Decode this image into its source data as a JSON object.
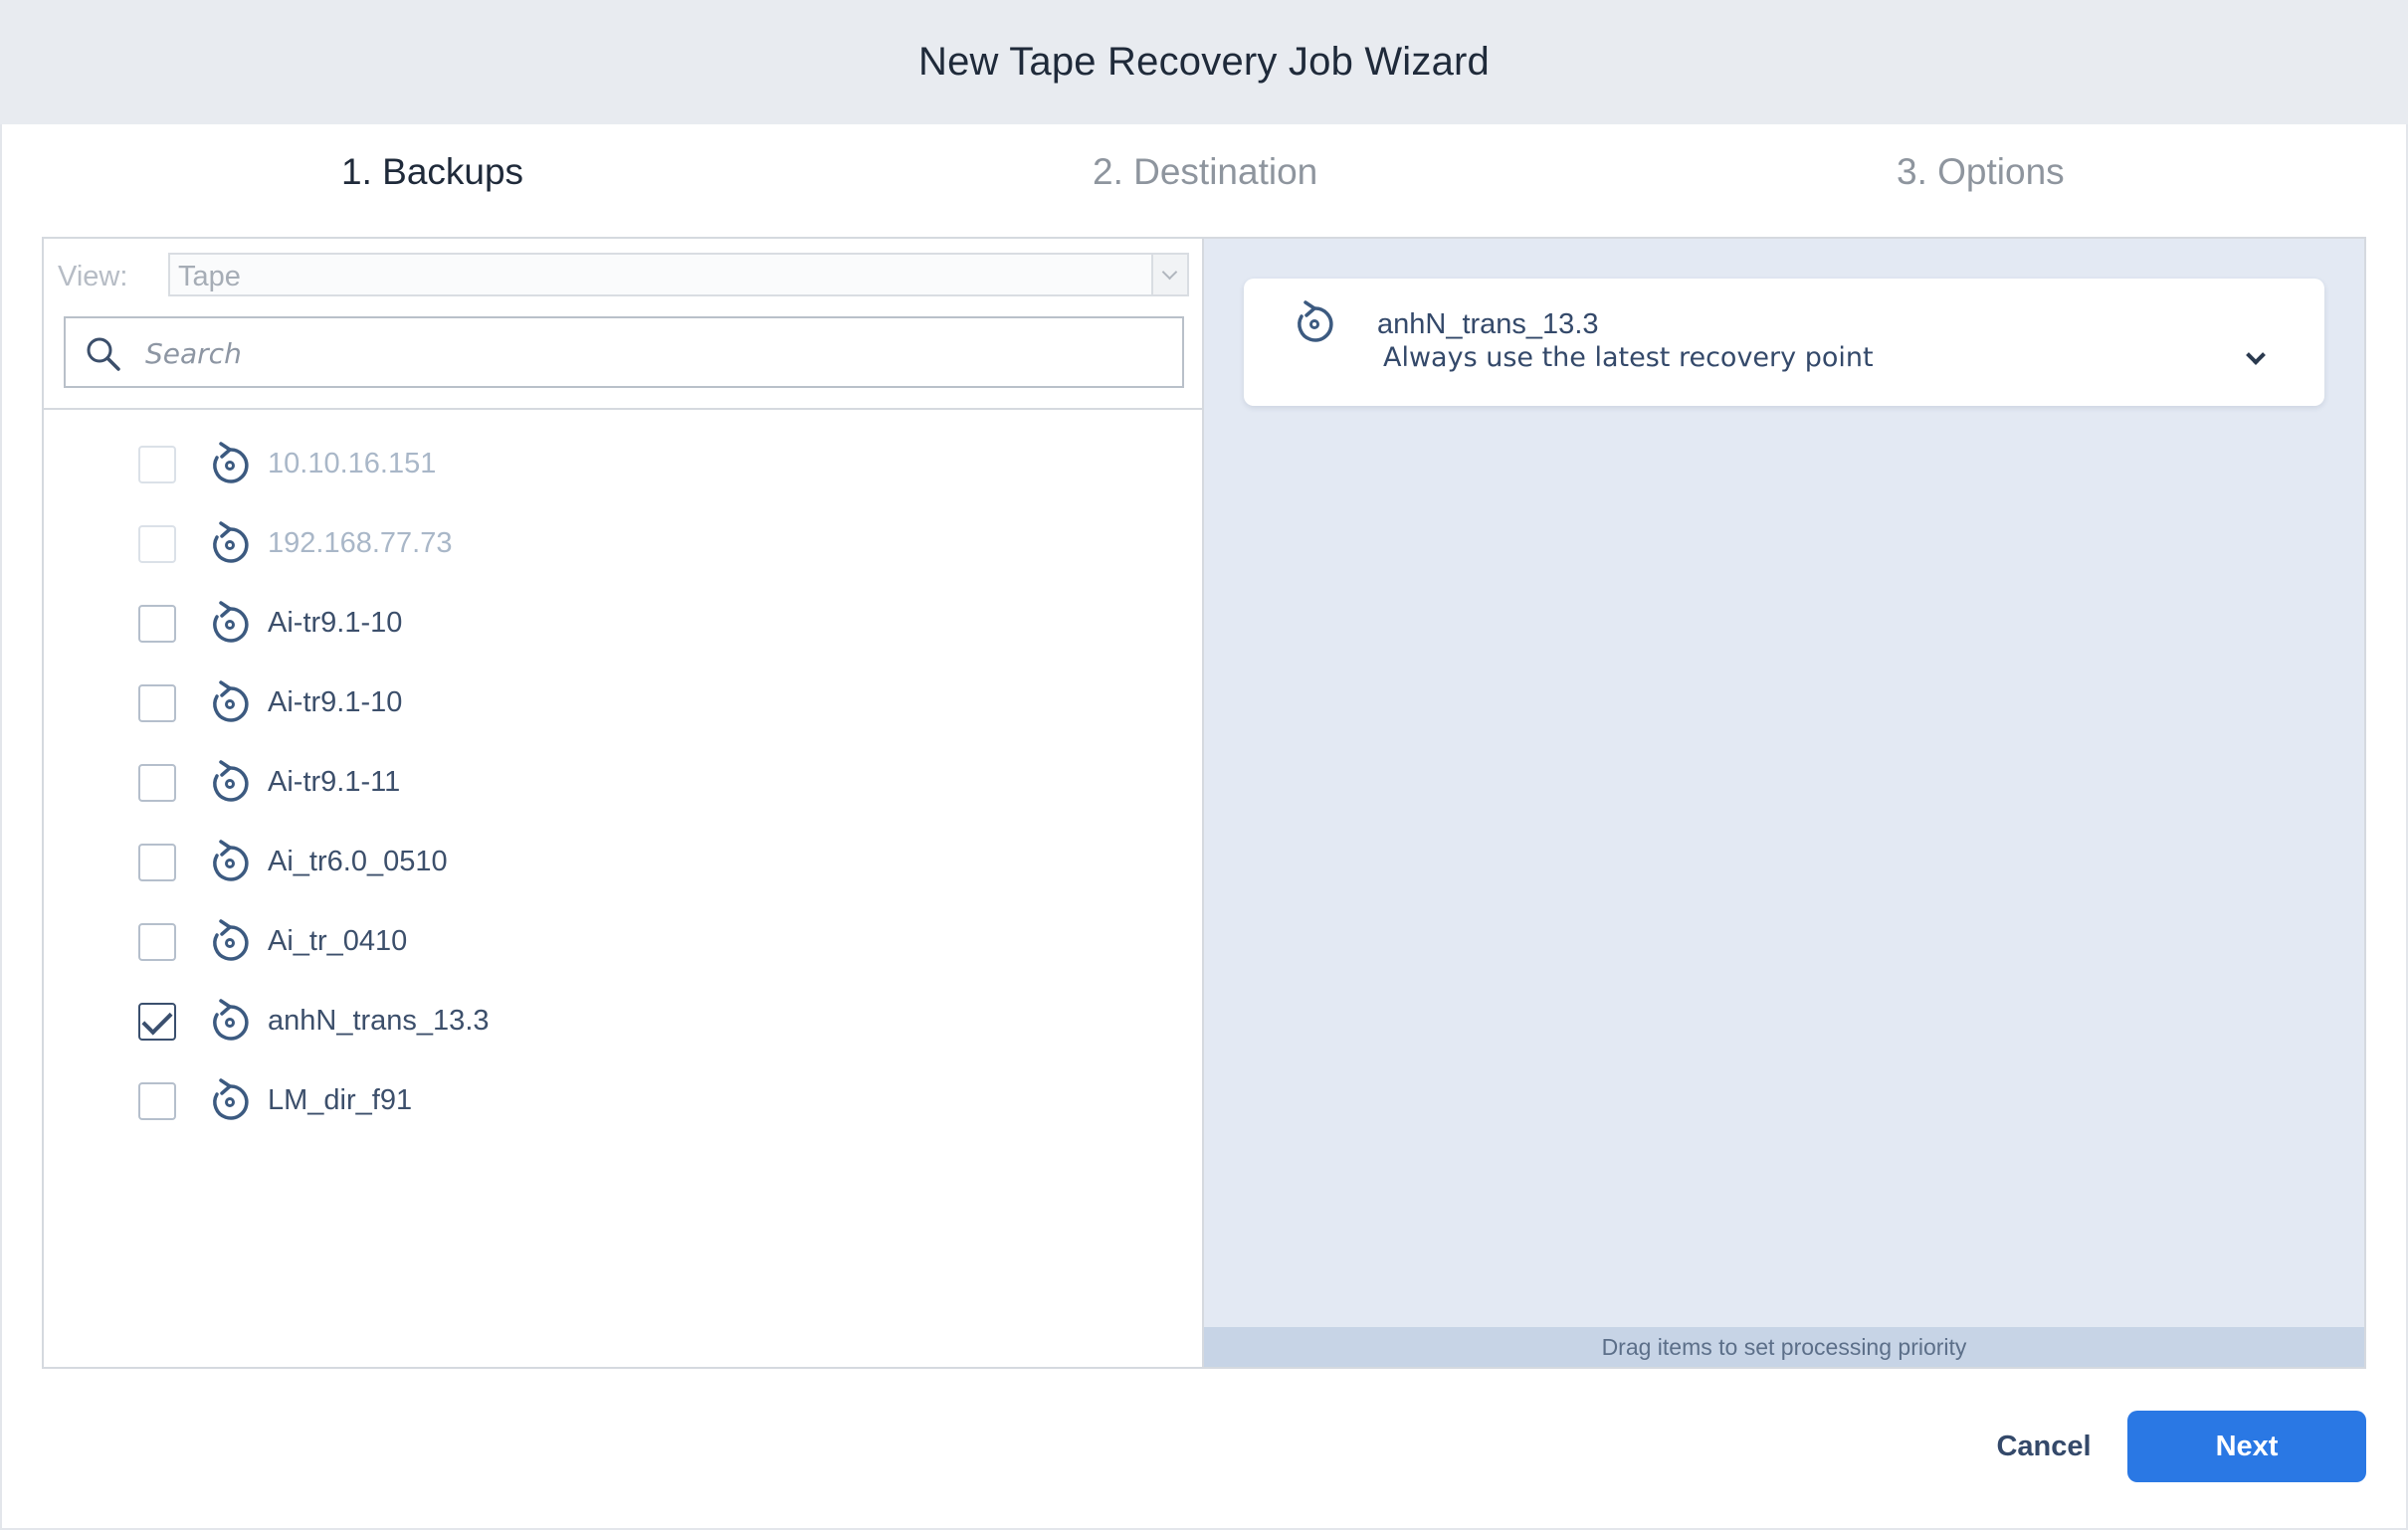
{
  "window": {
    "title": "New Tape Recovery Job Wizard"
  },
  "steps": [
    {
      "label": "1. Backups",
      "active": true
    },
    {
      "label": "2. Destination",
      "active": false
    },
    {
      "label": "3. Options",
      "active": false
    }
  ],
  "view": {
    "label": "View:",
    "value": "Tape"
  },
  "search": {
    "placeholder": "Search",
    "value": ""
  },
  "tree": {
    "items": [
      {
        "label": "10.10.16.151",
        "checked": false,
        "disabled": true
      },
      {
        "label": "192.168.77.73",
        "checked": false,
        "disabled": true
      },
      {
        "label": "Ai-tr9.1-10",
        "checked": false,
        "disabled": false
      },
      {
        "label": "Ai-tr9.1-10",
        "checked": false,
        "disabled": false
      },
      {
        "label": "Ai-tr9.1-11",
        "checked": false,
        "disabled": false
      },
      {
        "label": "Ai_tr6.0_0510",
        "checked": false,
        "disabled": false
      },
      {
        "label": "Ai_tr_0410",
        "checked": false,
        "disabled": false
      },
      {
        "label": "anhN_trans_13.3",
        "checked": true,
        "disabled": false
      },
      {
        "label": "LM_dir_f91",
        "checked": false,
        "disabled": false
      }
    ],
    "icon": "backup-recovery-icon"
  },
  "selected": {
    "name": "anhN_trans_13.3",
    "recovery_point": "Always use the latest recovery point",
    "icon": "backup-recovery-icon"
  },
  "hint": "Drag items to set processing priority",
  "buttons": {
    "cancel": "Cancel",
    "next": "Next"
  },
  "colors": {
    "accent": "#2a78e4",
    "title_bar": "#e8ebf0",
    "right_pane": "#e3e9f3",
    "hint_bar": "#c7d4e6"
  }
}
